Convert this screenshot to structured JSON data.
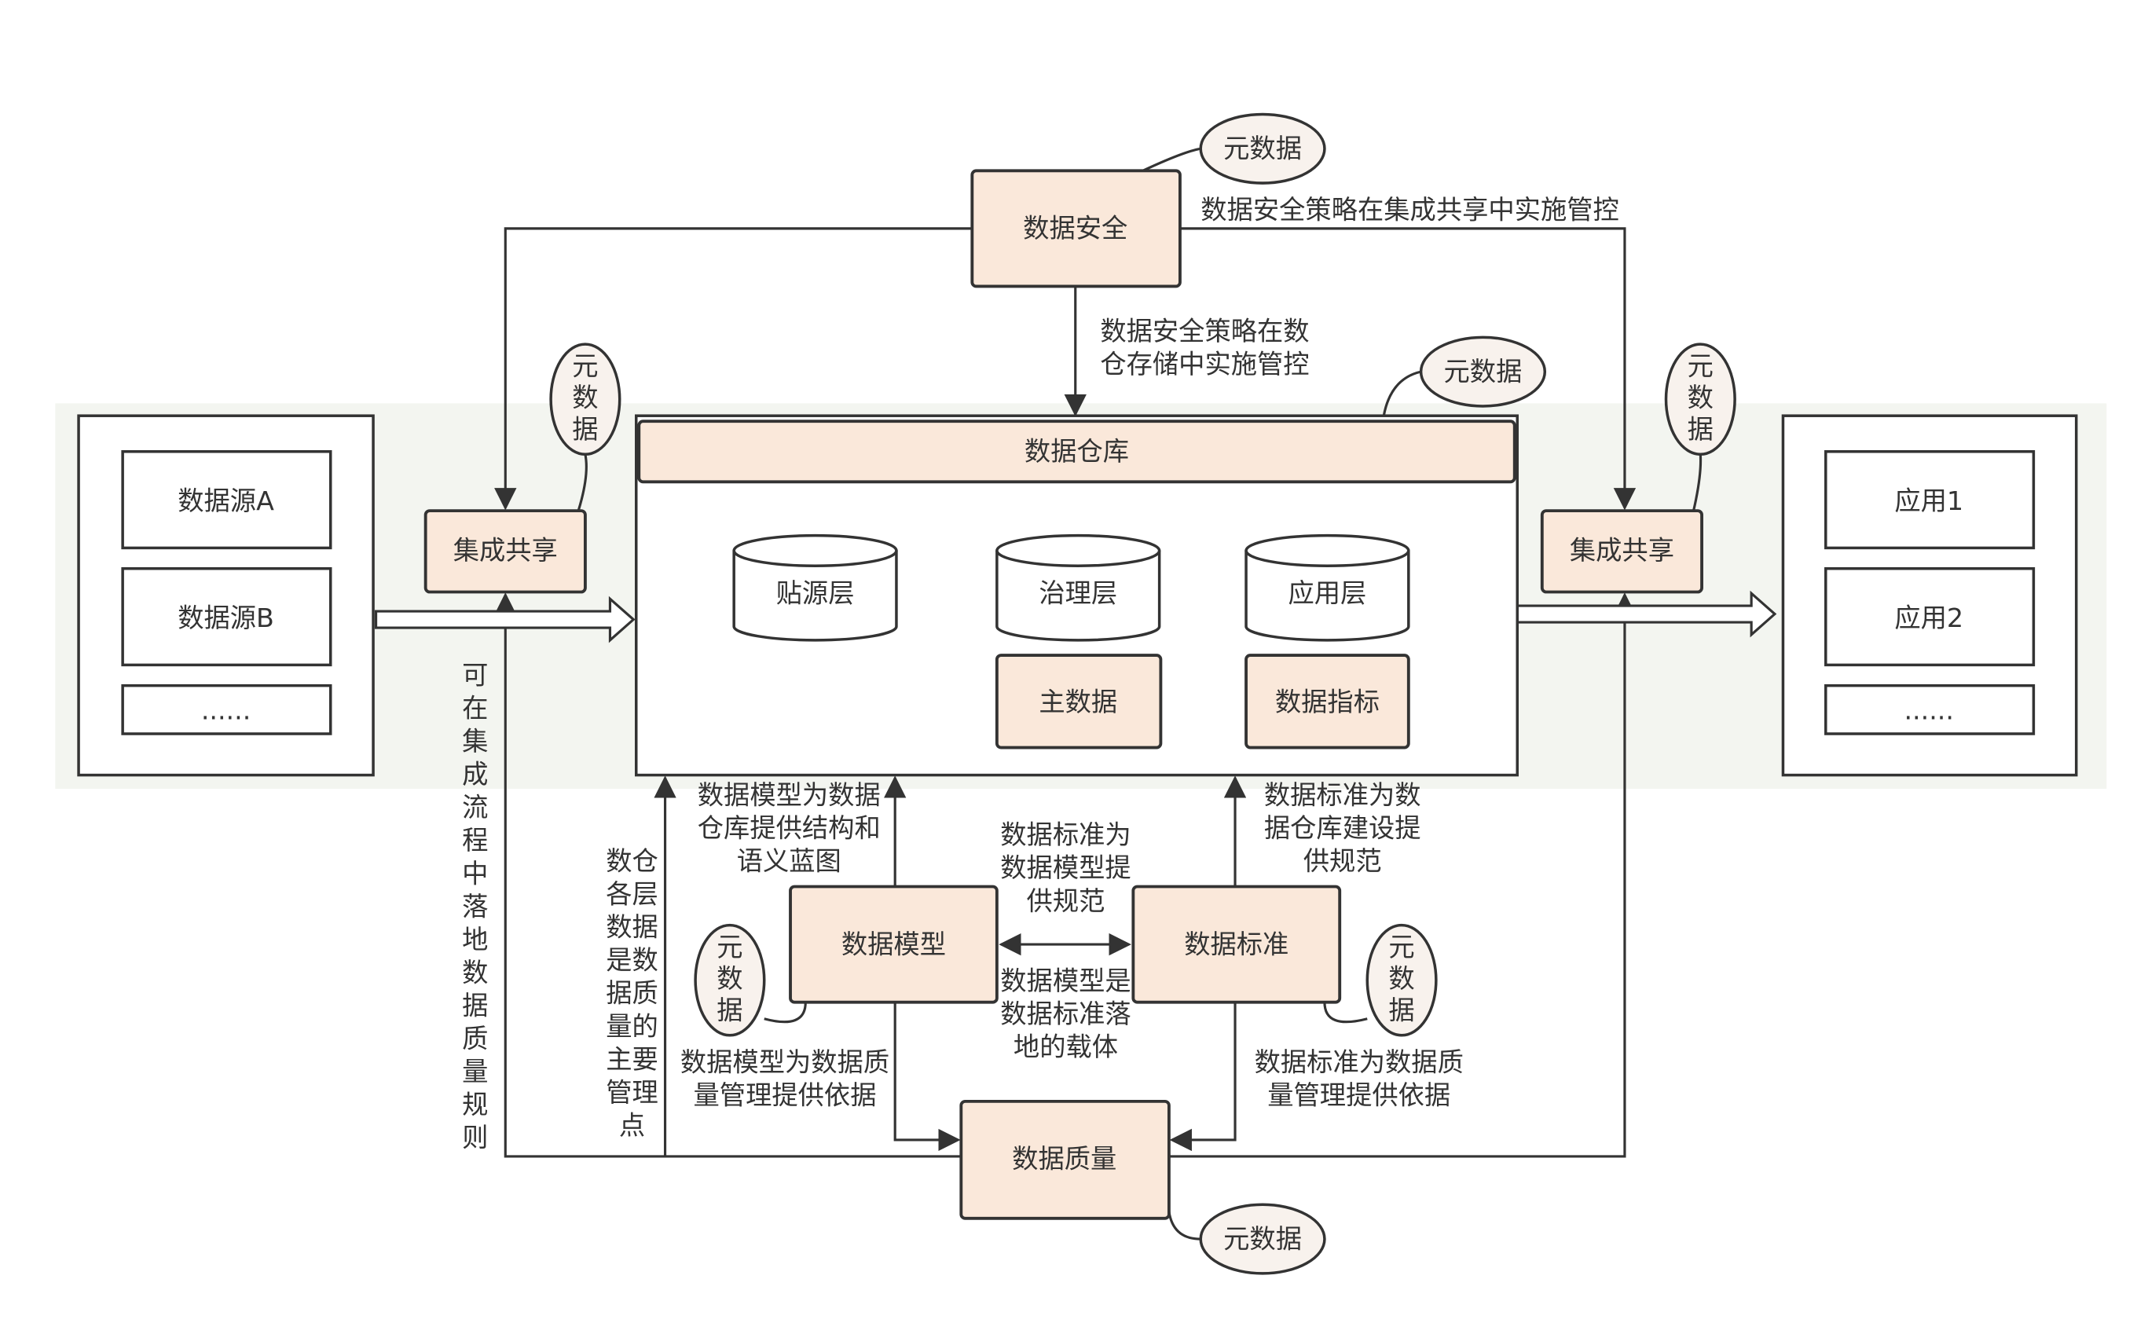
{
  "colors": {
    "node_fill": "#fae8da",
    "metadata_fill": "#f8f2ed",
    "band": "#f3f5f0",
    "stroke": "#333333"
  },
  "metadata_label": "元数据",
  "metadata_vertical": [
    "元",
    "数",
    "据"
  ],
  "sources": {
    "items": [
      "数据源A",
      "数据源B",
      "......"
    ]
  },
  "apps": {
    "items": [
      "应用1",
      "应用2",
      "......"
    ]
  },
  "integration_left": "集成共享",
  "integration_right": "集成共享",
  "security": {
    "label": "数据安全",
    "edge_right": "数据安全策略在集成共享中实施管控",
    "edge_down": [
      "数据安全策略在数",
      "仓存储中实施管控"
    ]
  },
  "warehouse": {
    "title": "数据仓库",
    "layers": [
      "贴源层",
      "治理层",
      "应用层"
    ],
    "master_data": "主数据",
    "metrics": "数据指标"
  },
  "model": {
    "label": "数据模型",
    "edge_up": [
      "数据模型为数据",
      "仓库提供结构和",
      "语义蓝图"
    ],
    "edge_quality": [
      "数据模型为数据质",
      "量管理提供依据"
    ]
  },
  "standard": {
    "label": "数据标准",
    "edge_up": [
      "数据标准为数",
      "据仓库建设提",
      "供规范"
    ],
    "edge_quality": [
      "数据标准为数据质",
      "量管理提供依据"
    ]
  },
  "model_standard": {
    "top": [
      "数据标准为",
      "数据模型提",
      "供规范"
    ],
    "bottom": [
      "数据模型是",
      "数据标准落",
      "地的载体"
    ]
  },
  "quality": {
    "label": "数据质量",
    "integration_note": [
      "可",
      "在",
      "集",
      "成",
      "流",
      "程",
      "中",
      "落",
      "地",
      "数",
      "据",
      "质",
      "量",
      "规",
      "则"
    ],
    "warehouse_note": [
      "数仓",
      "各层",
      "数据",
      "是数",
      "据质",
      "量的",
      "主要",
      "管理",
      "点"
    ]
  }
}
